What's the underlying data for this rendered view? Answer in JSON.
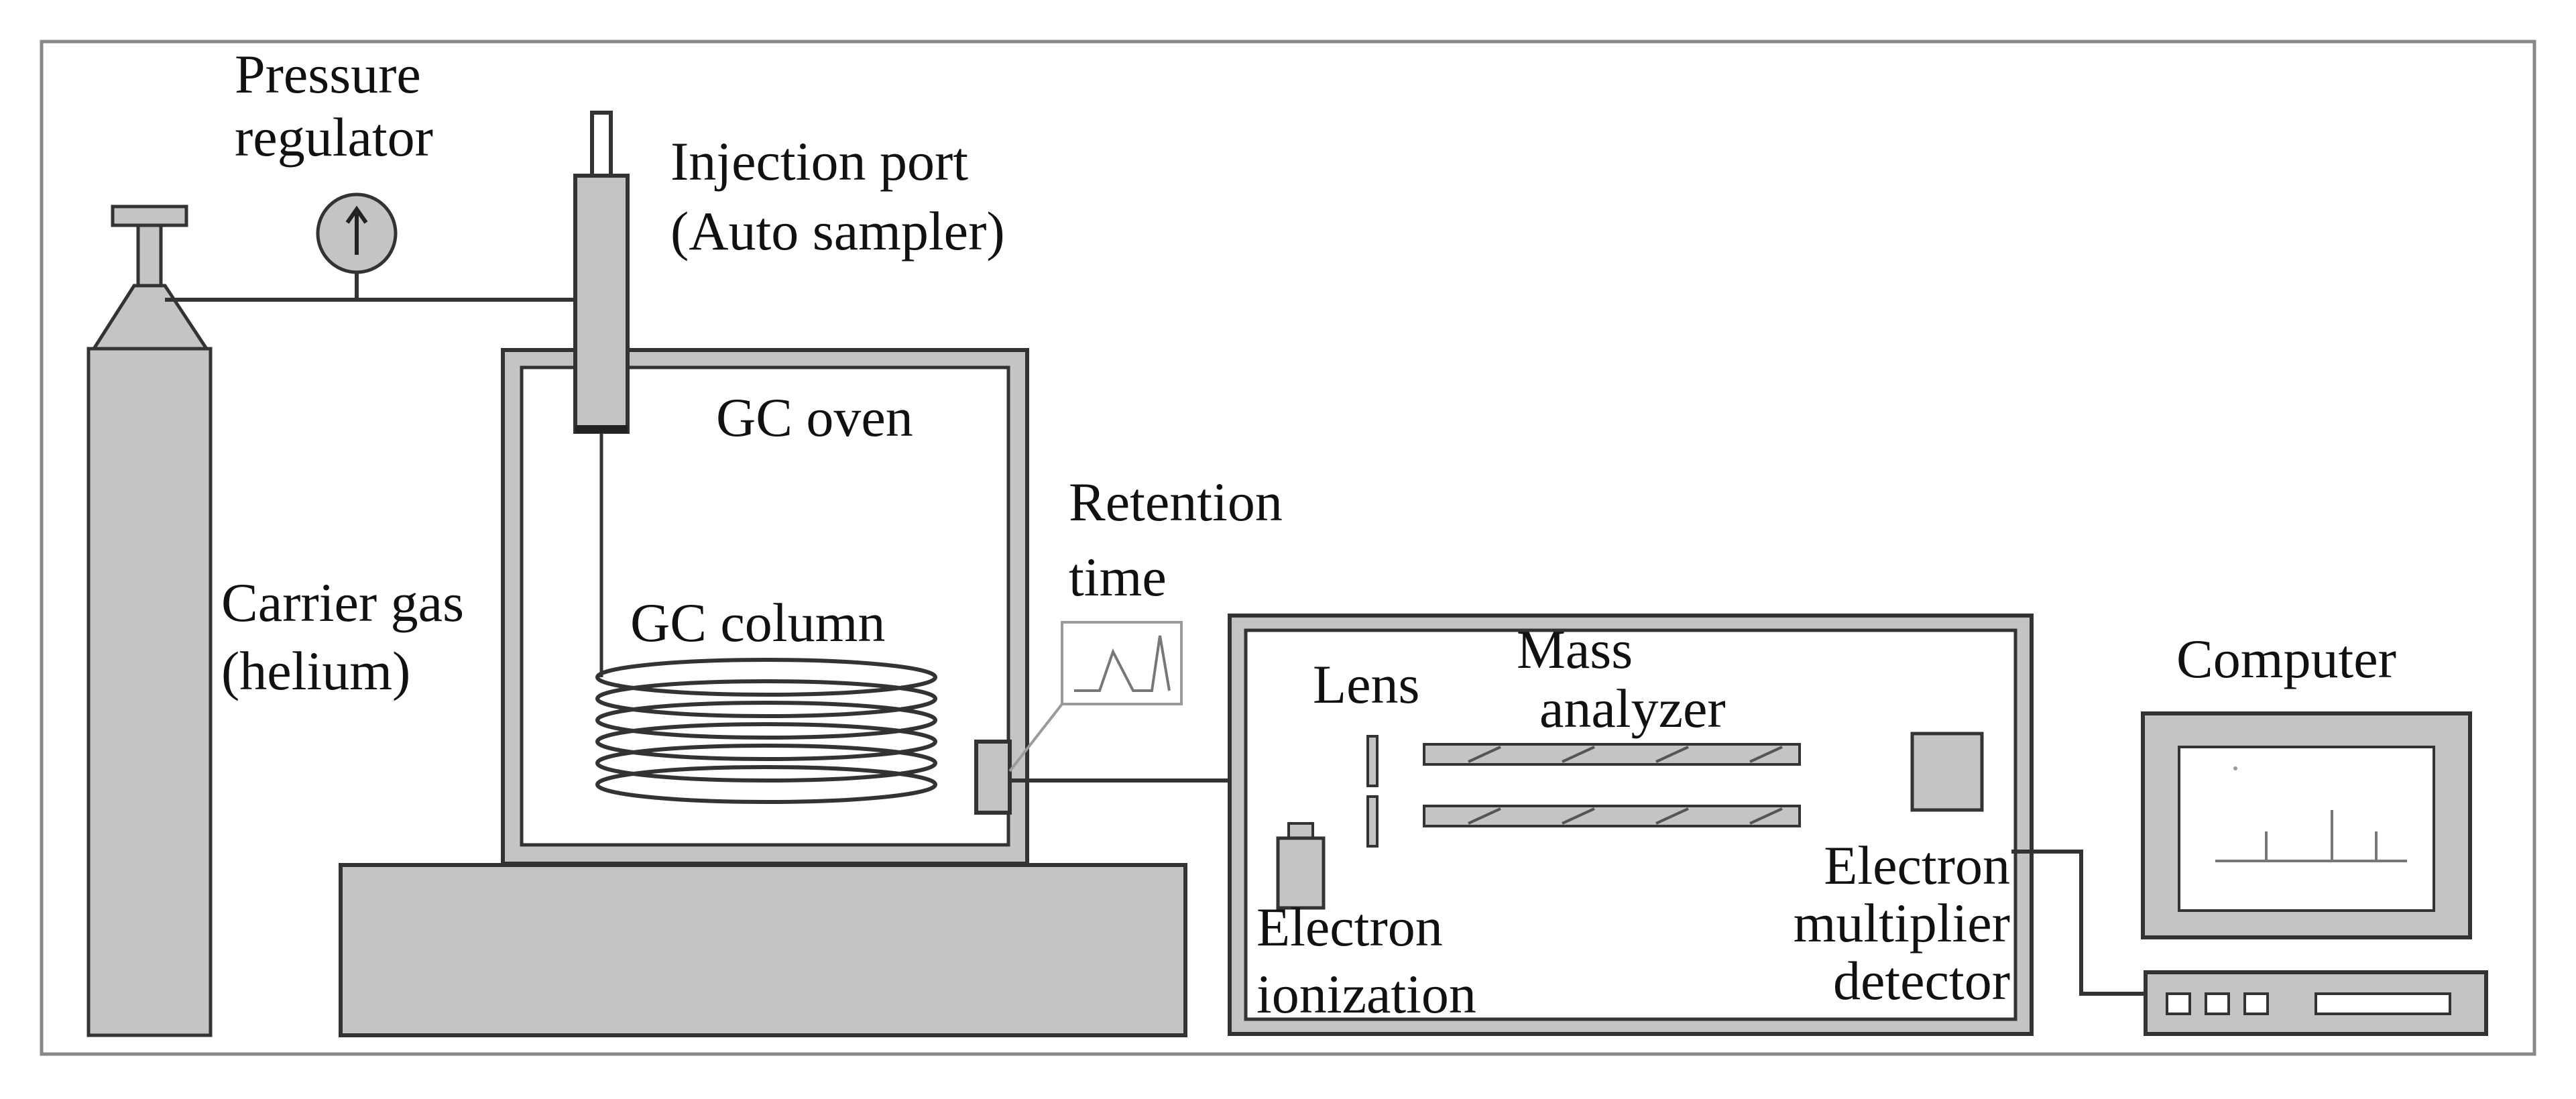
{
  "labels": {
    "pressure_regulator": [
      "Pressure",
      "regulator"
    ],
    "injection_port": [
      "Injection port",
      "(Auto sampler)"
    ],
    "gc_oven": "GC oven",
    "carrier_gas": [
      "Carrier gas",
      "(helium)"
    ],
    "gc_column": "GC column",
    "retention_time": [
      "Retention",
      "time"
    ],
    "lens": "Lens",
    "mass_analyzer": [
      "Mass",
      "analyzer"
    ],
    "electron_ionization": [
      "Electron",
      "ionization"
    ],
    "electron_multiplier_detector": [
      "Electron",
      "multiplier",
      "detector"
    ],
    "computer": "Computer"
  },
  "colors": {
    "component_fill": "#c4c4c4",
    "outline": "#333333",
    "background": "#ffffff"
  }
}
